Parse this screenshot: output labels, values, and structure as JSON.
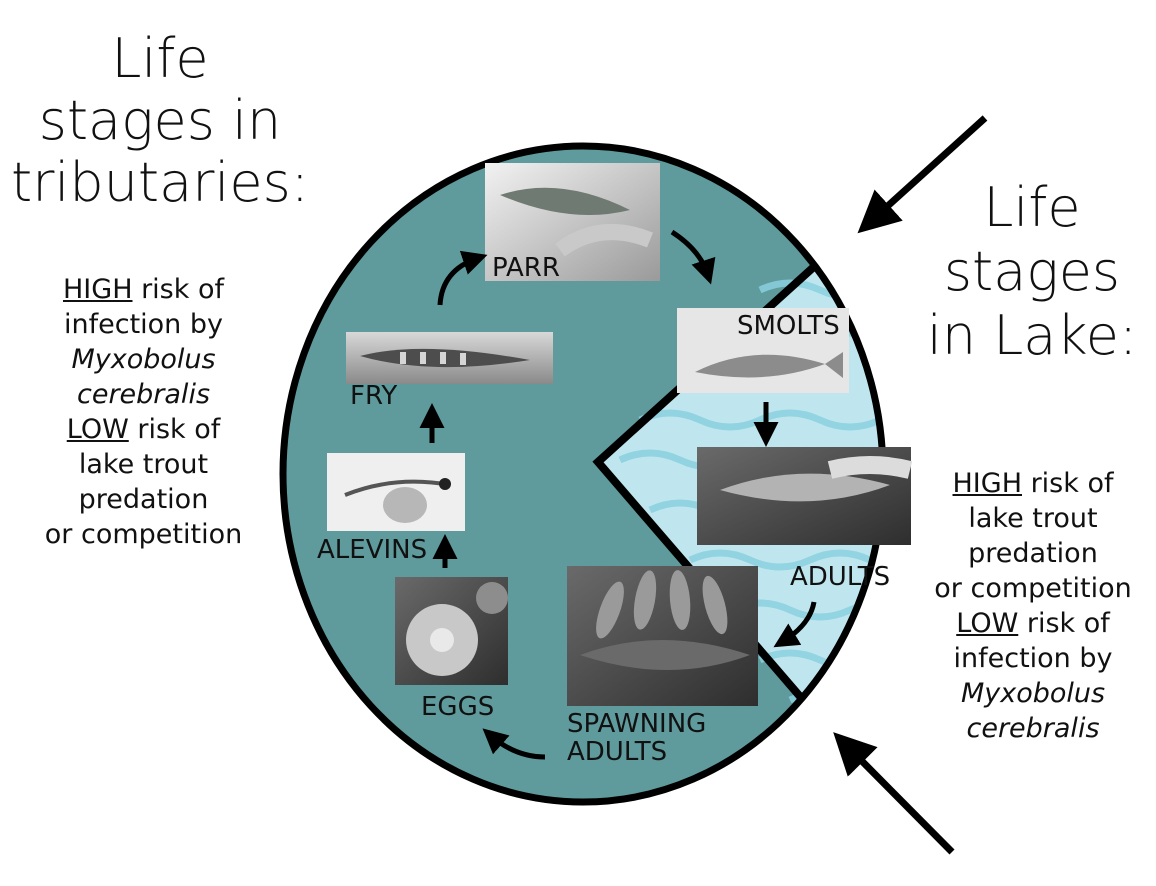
{
  "left_panel": {
    "title": [
      "Life",
      "stages in",
      "tributaries:"
    ],
    "lines": [
      {
        "u": "HIGH",
        "rest": " risk of"
      },
      {
        "text": "infection by"
      },
      {
        "i": "Myxobolus"
      },
      {
        "i": "cerebralis"
      },
      {
        "u": "LOW",
        "rest": " risk of"
      },
      {
        "text": "lake trout"
      },
      {
        "text": "predation"
      },
      {
        "text": "or competition"
      }
    ]
  },
  "right_panel": {
    "title": [
      "Life",
      "stages",
      "in Lake:"
    ],
    "lines": [
      {
        "u": "HIGH",
        "rest": " risk of"
      },
      {
        "text": "lake trout"
      },
      {
        "text": "predation"
      },
      {
        "text": "or competition"
      },
      {
        "u": "LOW",
        "rest": " risk of"
      },
      {
        "text": "infection by"
      },
      {
        "i": "Myxobolus"
      },
      {
        "i": "cerebralis"
      }
    ]
  },
  "stages": {
    "parr": "PARR",
    "smolts": "SMOLTS",
    "adults": "ADULTS",
    "spawning_1": "SPAWNING",
    "spawning_2": "ADULTS",
    "eggs": "EGGS",
    "alevins": "ALEVINS",
    "fry": "FRY"
  },
  "colors": {
    "tributary": "#5f9a9c",
    "lake": "#bfe6ee",
    "lake_wave": "#8ad0de",
    "outline": "#000000"
  }
}
